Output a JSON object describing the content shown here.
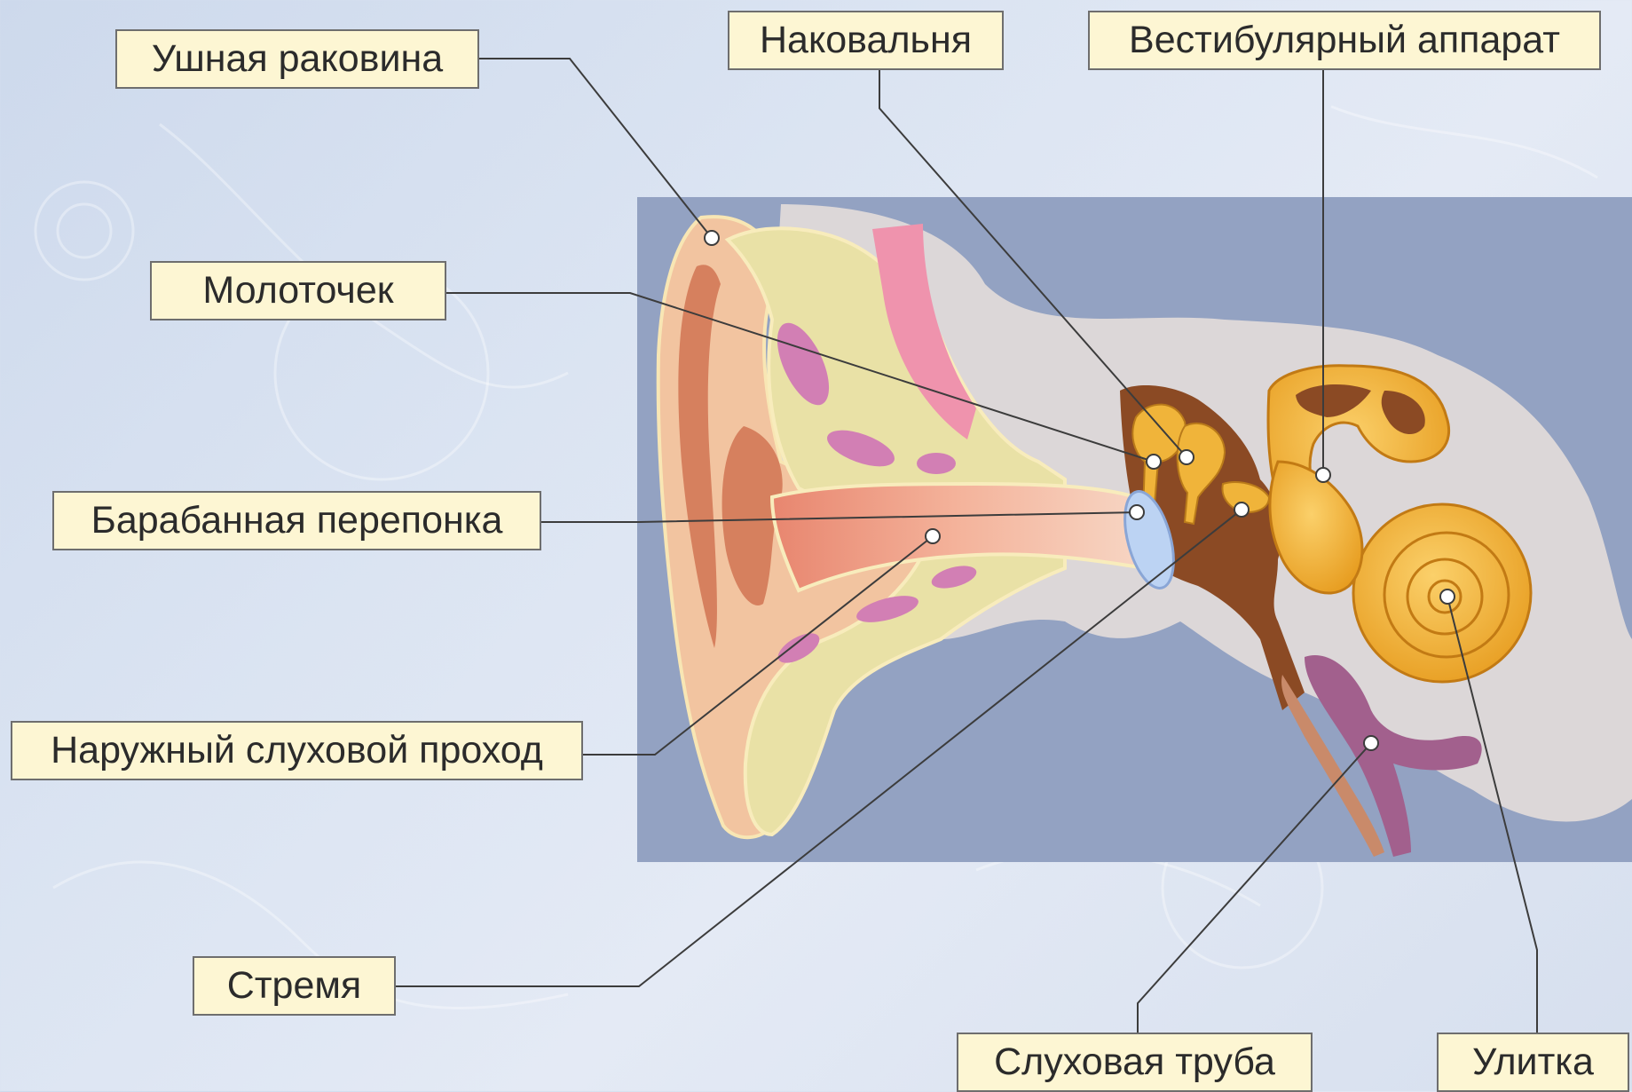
{
  "labels": {
    "auricle": "Ушная раковина",
    "incus": "Наковальня",
    "vestibular": "Вестибулярный аппарат",
    "malleus": "Молоточек",
    "tympanic": "Барабанная перепонка",
    "canal": "Наружный слуховой проход",
    "stapes": "Стремя",
    "tube": "Слуховая труба",
    "cochlea": "Улитка"
  },
  "colors": {
    "panel": "#93a2c2",
    "bone": "#dcd7d8",
    "outer_ear": "#f2c4a0",
    "cartilage": "#e9e1a6",
    "skin_pink": "#d27fb4",
    "pink_stripe": "#ef93ad",
    "middle_ear": "#8b4a24",
    "ossicles": "#f0b43a",
    "inner_ear": "#f3b833",
    "eardrum": "#bcd3f3",
    "tube": "#a2608d",
    "label_bg": "#fdf6d3",
    "leader": "#3c3c3c"
  }
}
